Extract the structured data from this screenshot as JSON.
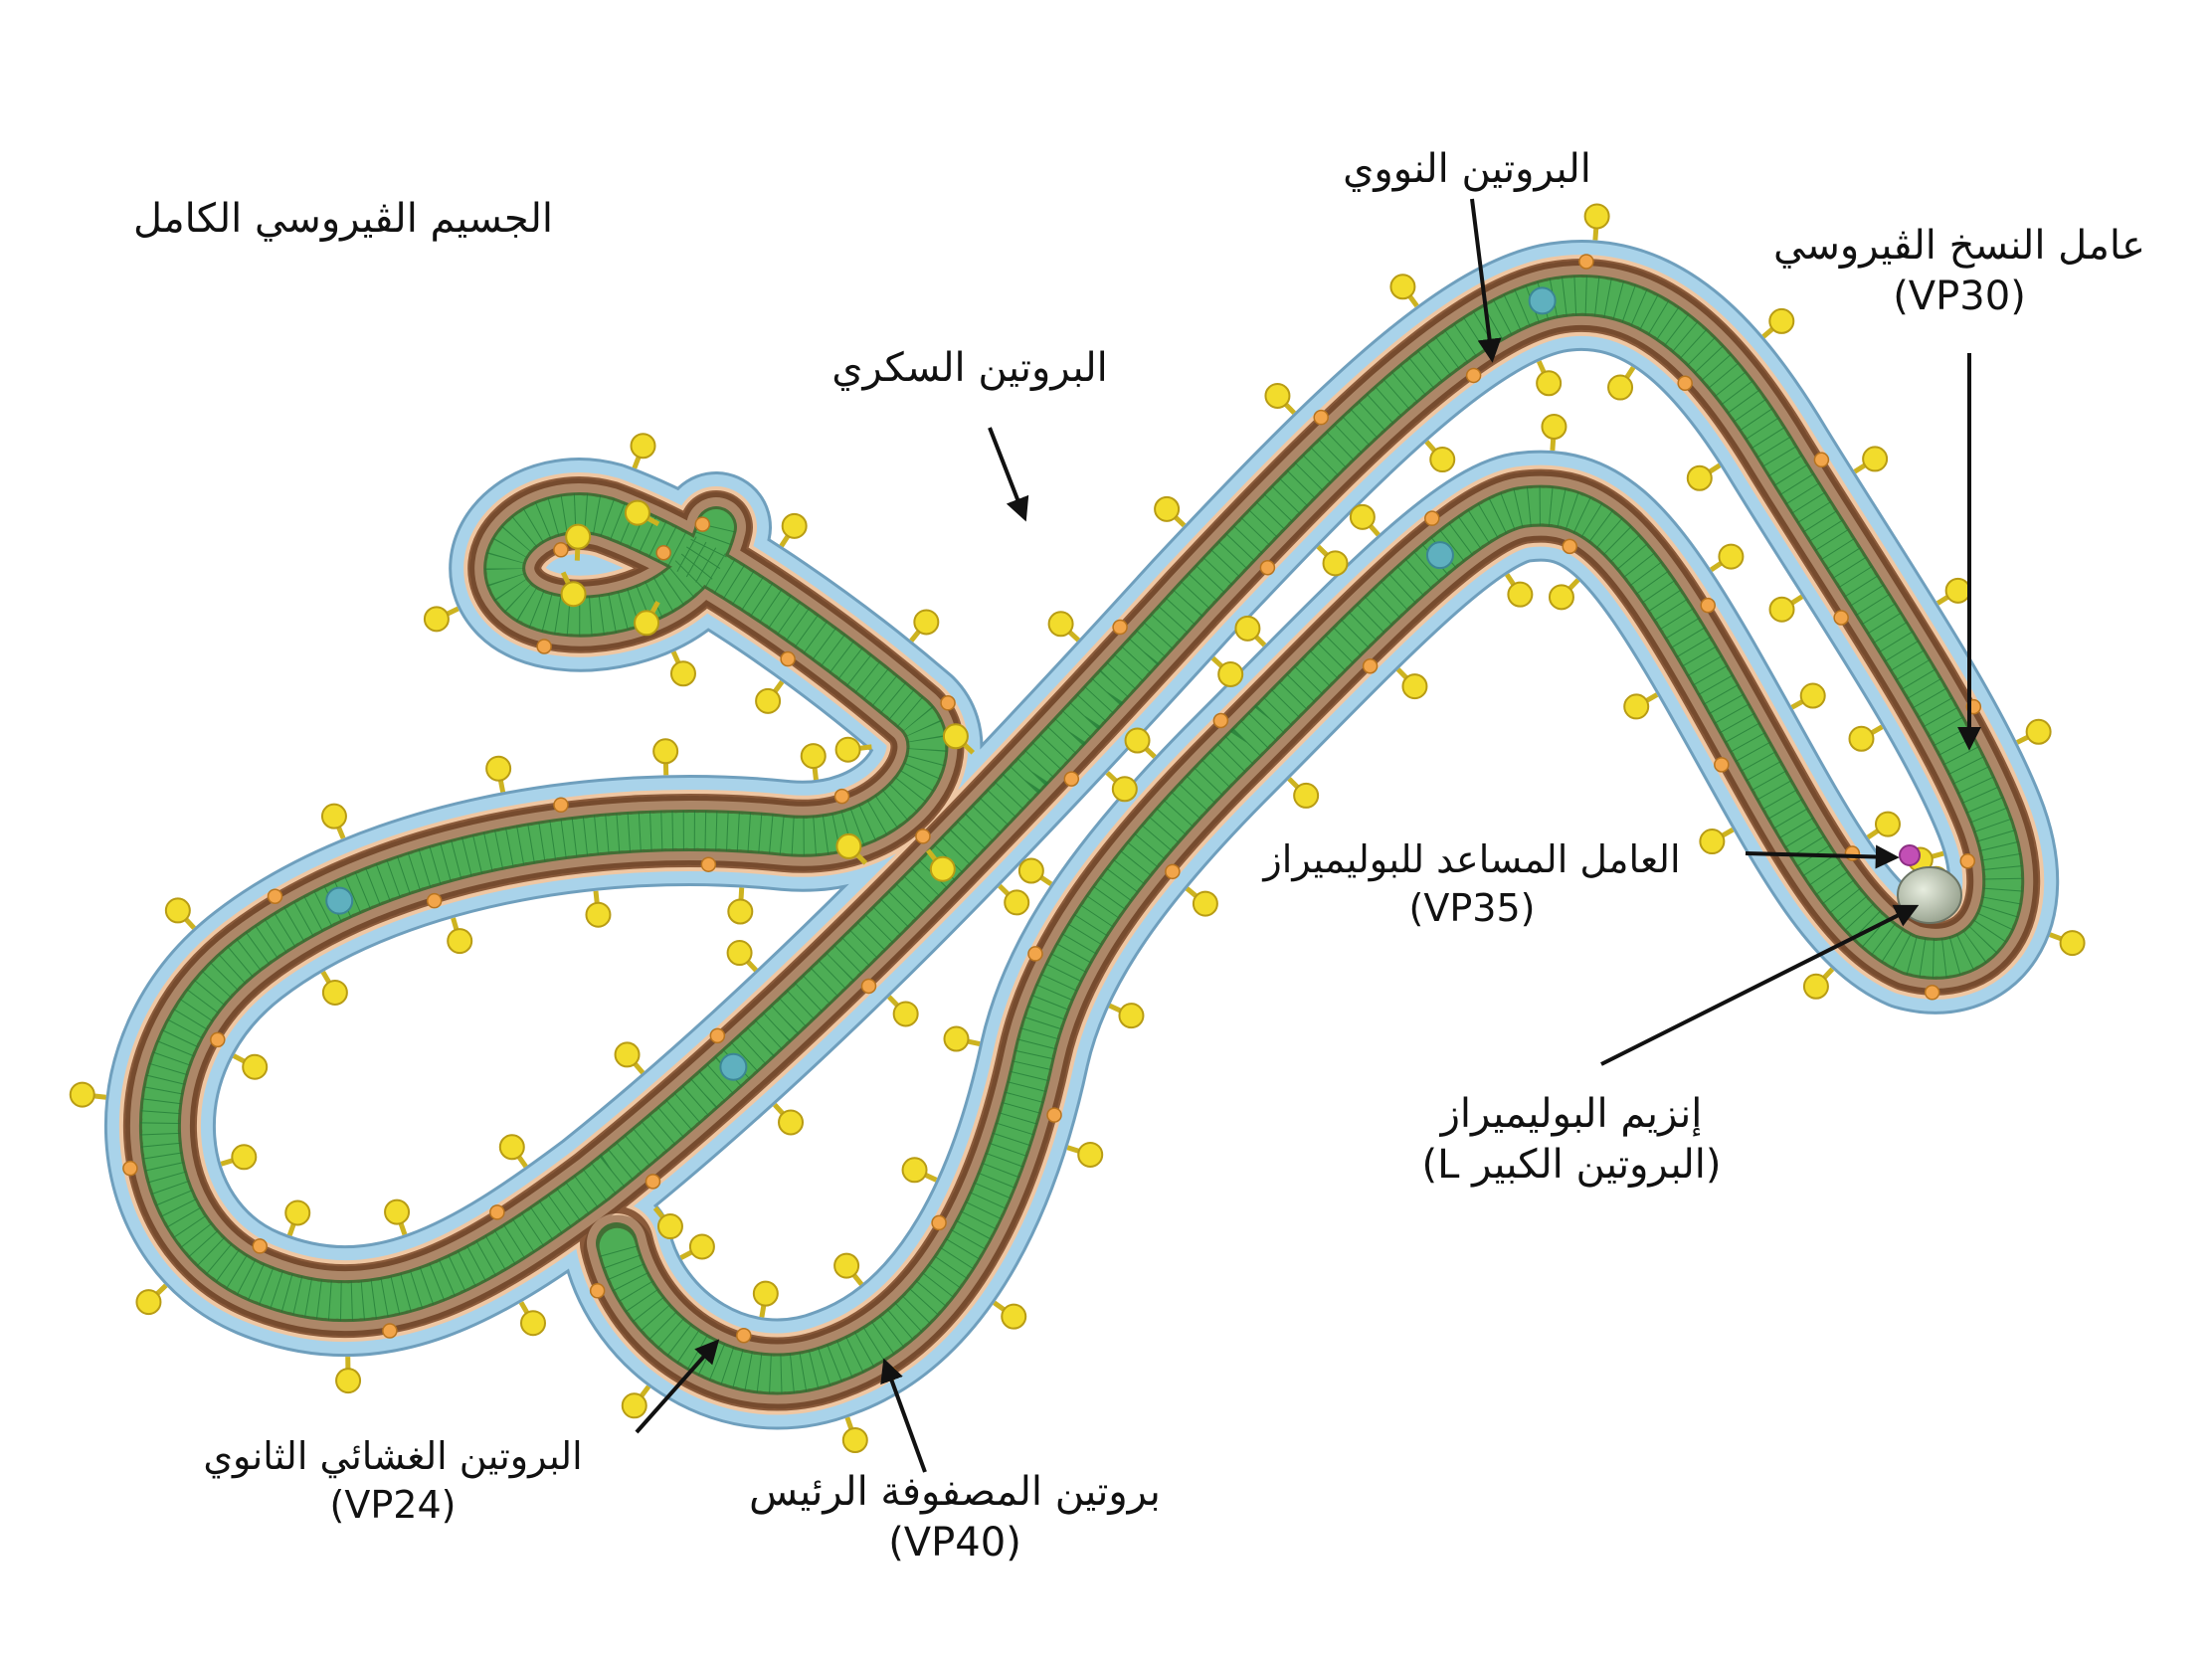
{
  "labels": {
    "whole_virion": "الجسيم الڤيروسي الكامل",
    "nucleoprotein": "البروتين النووي",
    "glycoprotein": "البروتين السكري",
    "vp30_name": "عامل النسخ الڤيروسي",
    "vp30_code": "(VP30)",
    "vp35_name": "العامل المساعد للبوليميراز",
    "vp35_code": "(VP35)",
    "l_name": "إنزيم البوليميراز",
    "l_code": "(البروتين الكبير L)",
    "vp24_name": "البروتين الغشائي الثانوي",
    "vp24_code": "(VP24)",
    "vp40_name": "بروتين المصفوفة الرئيس",
    "vp40_code": "(VP40)"
  },
  "colors": {
    "envelope": "#a9d3ea",
    "envelope_edge": "#6f9fbd",
    "matrix_vp40": "#8a5a3a",
    "interior": "#efc7a3",
    "nucleocapsid": "#2f9a45",
    "nucleocapsid_light": "#4fb85a",
    "glycoprotein_spike": "#f2dc2c",
    "vp24_dot": "#f2a54a",
    "vp30_blob": "#5fb0bf",
    "vp35_blob": "#c24fb5",
    "polymerase_l": "#aab3a0",
    "arrow": "#111111"
  }
}
